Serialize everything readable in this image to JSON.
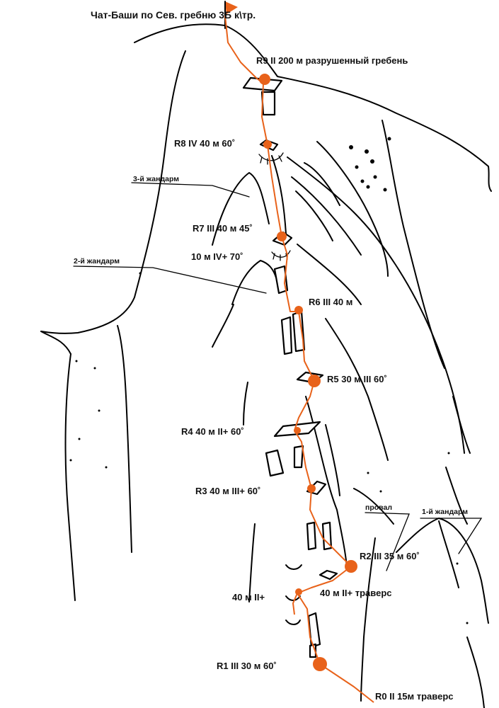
{
  "title": "Чат-Баши  по Сев. гребню 3Б к\\тр.",
  "colors": {
    "route": "#e8621a",
    "ink": "#000000"
  },
  "stations": [
    {
      "id": "R9",
      "label": "R9 II 200 м разрушенный гребень"
    },
    {
      "id": "R8",
      "label": "R8 IV 40 м 60˚"
    },
    {
      "id": "R7",
      "label": "R7 III 40 м 45˚"
    },
    {
      "id": "R7b",
      "label": "10 м IV+ 70˚"
    },
    {
      "id": "R6",
      "label": "R6 III 40 м"
    },
    {
      "id": "R5",
      "label": "R5 30 м III 60˚"
    },
    {
      "id": "R4",
      "label": "R4 40 м II+ 60˚"
    },
    {
      "id": "R3",
      "label": "R3 40  м III+ 60˚"
    },
    {
      "id": "R2",
      "label": "R2 III 35 м 60˚"
    },
    {
      "id": "R2a",
      "label": "40 м II+"
    },
    {
      "id": "R2b",
      "label": "40 м II+ траверс"
    },
    {
      "id": "R1",
      "label": "R1 III  30 м 60˚"
    },
    {
      "id": "R0",
      "label": "R0 II 15м траверс"
    }
  ],
  "features": {
    "gendarme3": "3-й жандарм",
    "gendarme2": "2-й жандарм",
    "gendarme1": "1-й жандарм",
    "gap": "провал"
  }
}
